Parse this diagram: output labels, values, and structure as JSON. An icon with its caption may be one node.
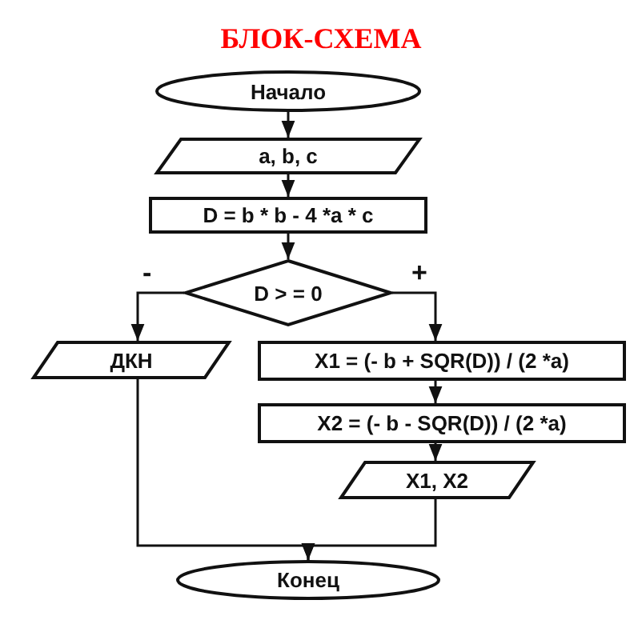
{
  "diagram": {
    "title": "БЛОК-СХЕМА",
    "nodes": [
      {
        "text": [
          "Начало"
        ]
      },
      {
        "text": [
          "a, b, c"
        ]
      },
      {
        "text": [
          "D = b * b - 4 *a * c"
        ]
      },
      {
        "text": [
          "D > = 0"
        ]
      },
      {
        "text": [
          "ДКН"
        ]
      },
      {
        "text": [
          "X1 = (- b + SQR(D)) / (2 *a)"
        ]
      },
      {
        "text": [
          "X2 = (- b - SQR(D)) / (2 *a)"
        ]
      },
      {
        "text": [
          "X1, X2"
        ]
      },
      {
        "text": [
          "Конец"
        ]
      }
    ],
    "edges": [
      {
        "from": 0,
        "to": 1,
        "arrow": "to"
      },
      {
        "from": 1,
        "to": 2,
        "arrow": "to"
      },
      {
        "from": 2,
        "to": 3,
        "arrow": "to"
      },
      {
        "from": 3,
        "to": 4,
        "arrow": "to",
        "label": "-"
      },
      {
        "from": 3,
        "to": 5,
        "arrow": "to",
        "label": "+"
      },
      {
        "from": 5,
        "to": 6,
        "arrow": "to"
      },
      {
        "from": 6,
        "to": 7,
        "arrow": "to"
      },
      {
        "from": 4,
        "to": 8,
        "arrow": "to"
      },
      {
        "from": 7,
        "to": 8,
        "arrow": "to"
      }
    ]
  }
}
